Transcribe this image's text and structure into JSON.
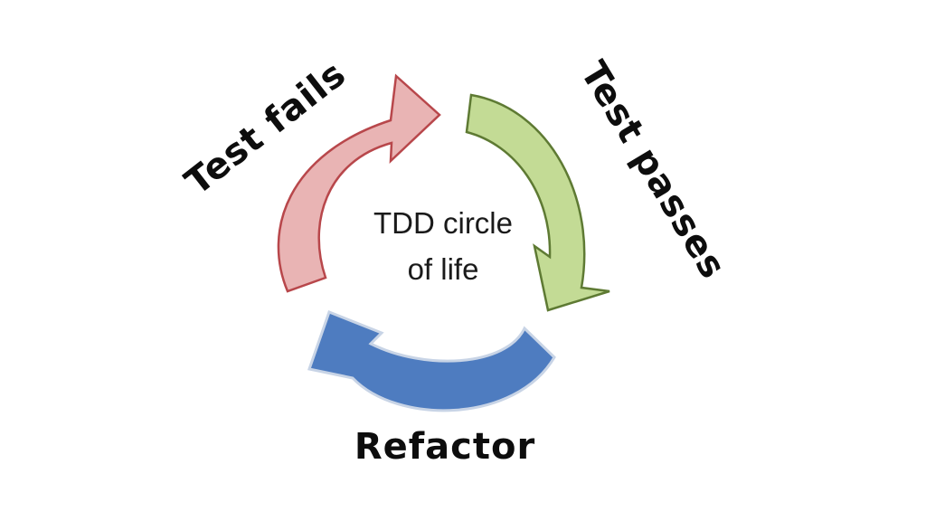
{
  "center_label": {
    "line1": "TDD circle",
    "line2": "of life"
  },
  "stages": [
    {
      "label": "Test fails",
      "color": "#e9b4b4",
      "stroke": "#b8474b"
    },
    {
      "label": "Test passes",
      "color": "#c3db95",
      "stroke": "#5e7a33"
    },
    {
      "label": "Refactor",
      "color": "#4e7cc0",
      "stroke": "#c8d4e6"
    }
  ]
}
